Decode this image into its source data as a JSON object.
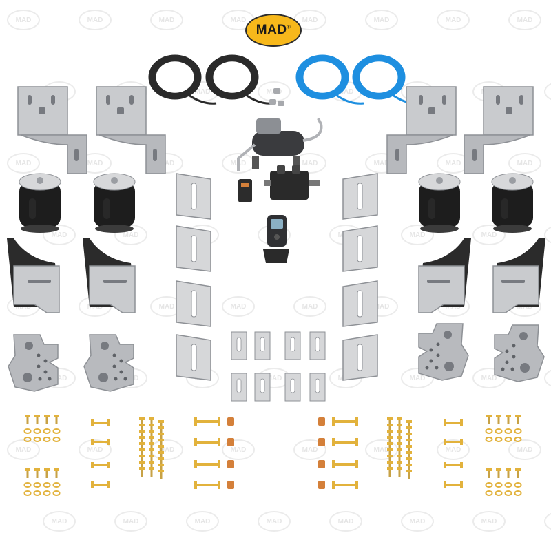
{
  "brand": {
    "logo_text": "MAD",
    "watermark_text": "MAD",
    "trademark": "®"
  },
  "colors": {
    "logo_fill": "#f7b81b",
    "steel": "#c9cbce",
    "steel_dark": "#8e9196",
    "rubber": "#1d1d1d",
    "hose_black": "#2a2a2a",
    "hose_blue": "#1e8fe0",
    "brass": "#e2b23c",
    "copper": "#d4803a"
  },
  "parts": [
    "upper-bracket",
    "air-spring-bellow",
    "lower-bracket",
    "axle-plate",
    "spacer-plate",
    "small-shim",
    "black-air-hose-coil",
    "blue-air-hose-coil",
    "air-compressor",
    "valve-manifold",
    "pressure-switch",
    "wireless-controller",
    "bolt",
    "washer",
    "u-bolt",
    "pin",
    "nut"
  ]
}
